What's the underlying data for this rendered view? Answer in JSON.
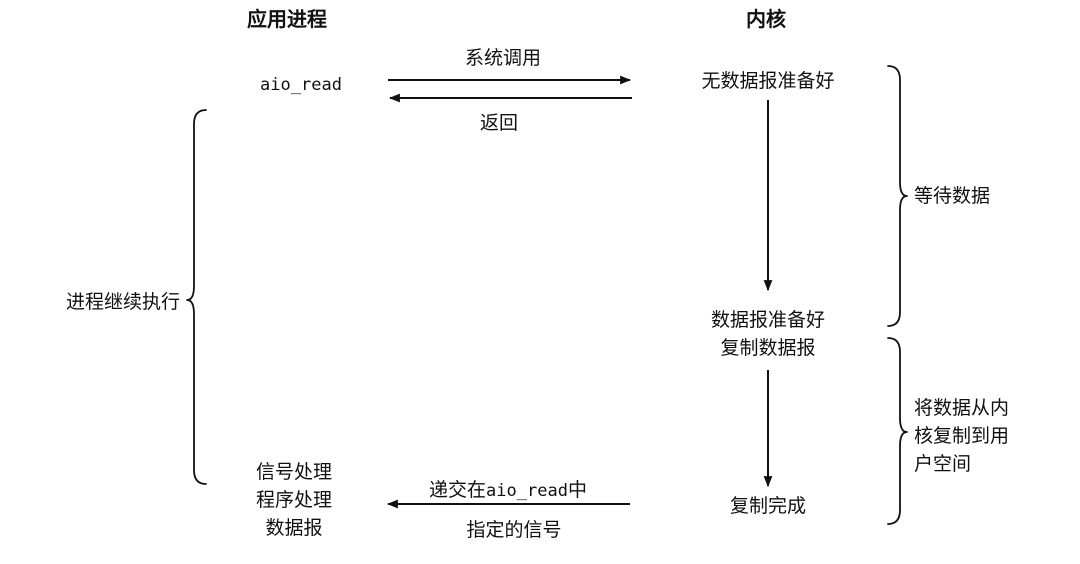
{
  "headers": {
    "app_process": "应用进程",
    "kernel": "内核"
  },
  "app": {
    "call": "aio_read",
    "continue_exec": "进程继续执行",
    "handler_lines": [
      "信号处理",
      "程序处理",
      "数据报"
    ]
  },
  "arrows": {
    "syscall": "系统调用",
    "return": "返回",
    "deliver_prefix": "递交在",
    "deliver_code": "aio_read",
    "deliver_suffix": "中",
    "deliver_line2": "指定的信号"
  },
  "kernel_states": {
    "no_data": "无数据报准备好",
    "data_ready": "数据报准备好",
    "copy_datagram": "复制数据报",
    "copy_done": "复制完成"
  },
  "phases": {
    "wait_data": "等待数据",
    "copy_lines": [
      "将数据从内",
      "核复制到用",
      "户空间"
    ]
  },
  "colors": {
    "ink": "#111111",
    "background": "#ffffff"
  }
}
